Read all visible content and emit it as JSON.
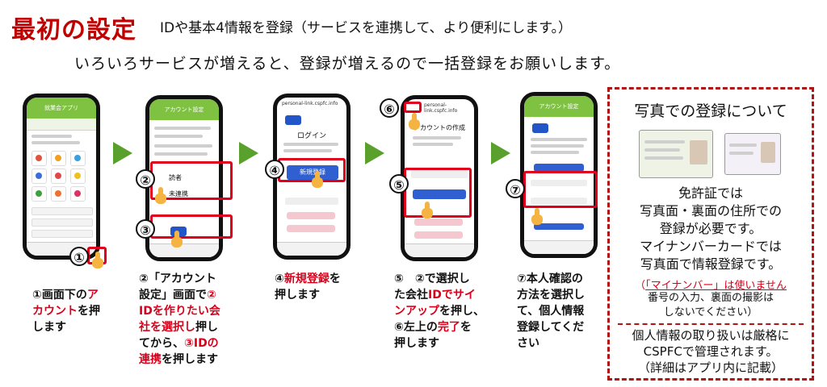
{
  "header": {
    "title": "最初の設定",
    "title_note": "IDや基本4情報を登録（サービスを連携して、より便利にします。）",
    "subtitle": "いろいろサービスが増えると、登録が増えるので一括登録をお願いします。"
  },
  "steps": {
    "s1": {
      "badge": "①",
      "cap_a": "①画面下の",
      "cap_b": "ア",
      "cap_c": "カウント",
      "cap_d": "を押",
      "cap_e": "します"
    },
    "s2": {
      "badge2": "②",
      "badge3": "③",
      "l1": "②「アカウント",
      "l2a": "設定」画面で",
      "l2b": "②",
      "l3": "IDを作りたい会",
      "l4a": "社を選択し",
      "l4b": "押し",
      "l5a": "てから、",
      "l5b": "③IDの",
      "l6a": "連携",
      "l6b": "を押します"
    },
    "s4": {
      "badge": "④",
      "l1a": "④",
      "l1b": "新規登録",
      "l1c": "を",
      "l2": "押します"
    },
    "s5": {
      "badge5": "⑤",
      "badge6": "⑥",
      "l1": "⑤　②で選択し",
      "l2a": "た会社",
      "l2b": "IDでサイ",
      "l3a": "ンアップ",
      "l3b": "を押し、",
      "l4a": "⑥左上の",
      "l4b": "完了",
      "l4c": "を",
      "l5": "押します"
    },
    "s7": {
      "badge": "⑦",
      "l1": "⑦本人確認の",
      "l2": "方法を選択し",
      "l3": "て、個人情報",
      "l4": "登録してくだ",
      "l5": "さい"
    }
  },
  "phones": {
    "p1_head": "就業会アプリ",
    "p2_head": "アカウント設定",
    "p2_row1": "読者",
    "p2_row2": "未連携",
    "p3_url": "personal-link.cspfc.info",
    "p3_title": "ログイン",
    "p3_btn": "新規登録",
    "p4_url": "personal-link.cspfc.info",
    "p4_title": "アカウントの作成",
    "p5_head": "アカウント設定"
  },
  "panel": {
    "title": "写真での登録について",
    "t1": "免許証では",
    "t2": "写真面・裏面の住所での",
    "t3": "登録が必要です。",
    "t4": "マイナンバーカードでは",
    "t5": "写真面で情報登録です。",
    "note_open": "（",
    "note_red": "「マイナンバー」は使いません",
    "n2": "番号の入力、裏面の撮影は",
    "n3": "しないでください）",
    "t6": "個人情報の取り扱いは厳格に",
    "t7": "CSPFCで管理されます。",
    "t8": "（詳細はアプリ内に記載）"
  },
  "colors": {
    "accent_red": "#d8001a",
    "arrow_green": "#5aa02c",
    "app_green": "#7fc241"
  }
}
